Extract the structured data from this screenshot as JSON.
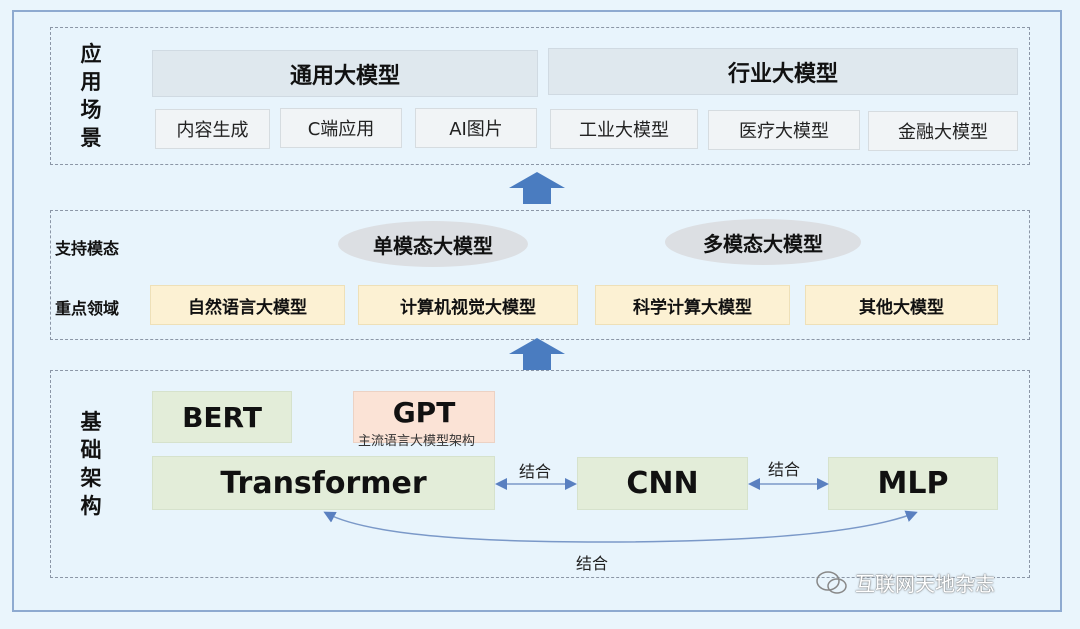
{
  "application": {
    "label": "应用场景",
    "general": {
      "title": "通用大模型",
      "items": [
        "内容生成",
        "C端应用",
        "AI图片"
      ]
    },
    "industry": {
      "title": "行业大模型",
      "items": [
        "工业大模型",
        "医疗大模型",
        "金融大模型"
      ]
    }
  },
  "support": {
    "modality_label": "支持模态",
    "focus_label": "重点领域",
    "modalities": [
      "单模态大模型",
      "多模态大模型"
    ],
    "domains": [
      "自然语言大模型",
      "计算机视觉大模型",
      "科学计算大模型",
      "其他大模型"
    ]
  },
  "foundation": {
    "label": "基础架构",
    "bert": "BERT",
    "gpt": "GPT",
    "gpt_caption": "主流语言大模型架构",
    "transformer": "Transformer",
    "cnn": "CNN",
    "mlp": "MLP",
    "combine_1": "结合",
    "combine_2": "结合",
    "combine_3": "结合"
  },
  "watermark": "互联网天地杂志",
  "colors": {
    "arrow": "#4a7cc0",
    "border": "#8eaad0"
  }
}
